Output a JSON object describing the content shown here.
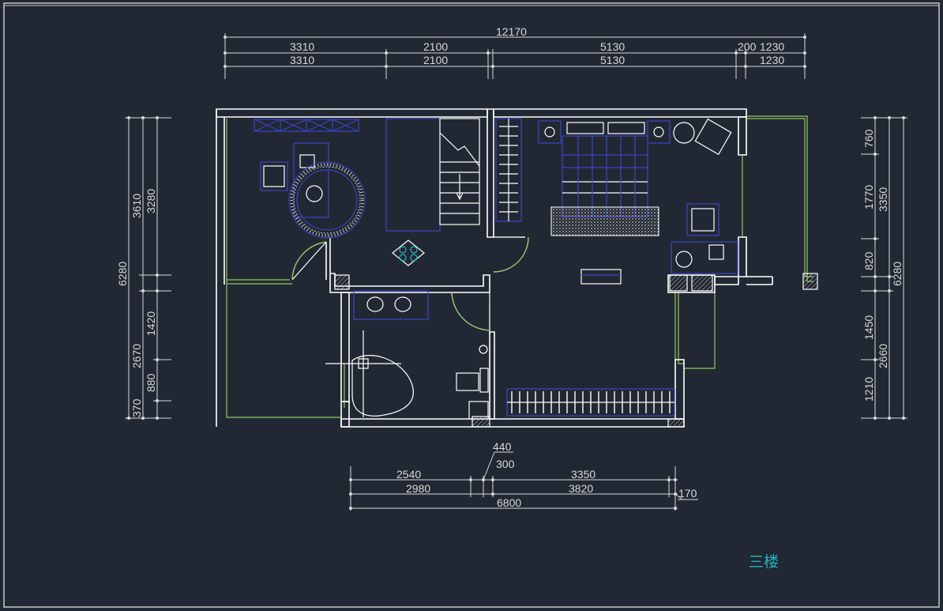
{
  "floor_label": "三楼",
  "colors": {
    "background": "#222833",
    "wall": "#ffffff",
    "dimension": "#d8d8d8",
    "furniture": "#3a45c4",
    "green_line": "#8fc860",
    "accent_label": "#22b5bd"
  },
  "dimensions": {
    "top": {
      "total": "12170",
      "row1": [
        "3310",
        "2100",
        "5130",
        "200",
        "1230"
      ],
      "row2": [
        "3310",
        "2100",
        "5130",
        "1230"
      ]
    },
    "left": {
      "total": "6280",
      "outer": [
        "3610",
        "2670"
      ],
      "inner": [
        "3280",
        "1420",
        "880",
        "370"
      ]
    },
    "right": {
      "total": "6280",
      "outer": [
        "3350",
        "2660"
      ],
      "inner": [
        "760",
        "1770",
        "820",
        "1450",
        "1210"
      ]
    },
    "bottom": {
      "callouts": [
        "440",
        "300",
        "170"
      ],
      "row1": [
        "2540",
        "3350"
      ],
      "row2": [
        "2980",
        "3820"
      ],
      "total": "6800"
    }
  }
}
